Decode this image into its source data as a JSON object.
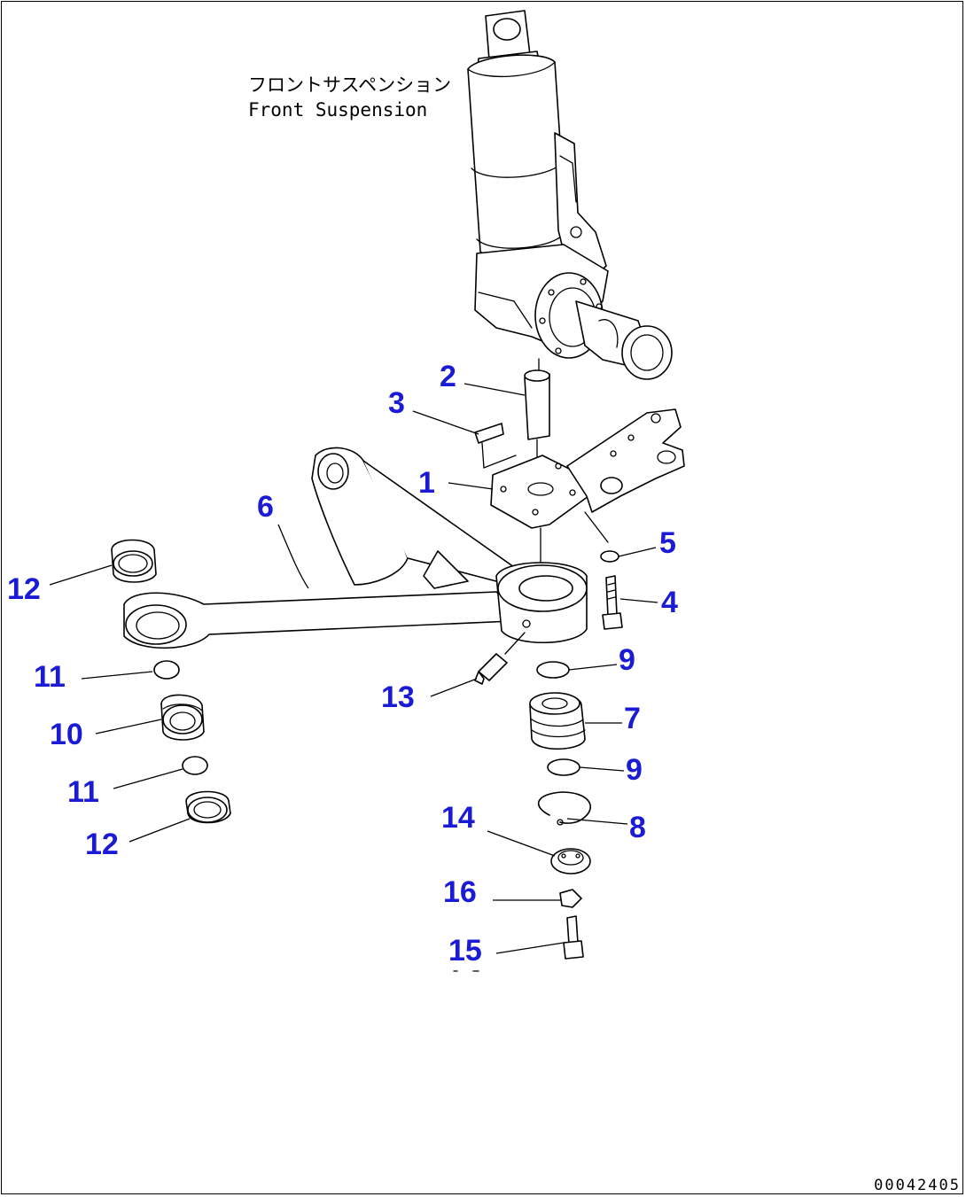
{
  "title": {
    "japanese": "フロントサスペンション",
    "english": "Front Suspension"
  },
  "document_id": "00042405",
  "callouts": [
    {
      "id": "1",
      "label": "1",
      "part": "knuckle-plate"
    },
    {
      "id": "2",
      "label": "2",
      "part": "pin"
    },
    {
      "id": "3",
      "label": "3",
      "part": "key"
    },
    {
      "id": "4",
      "label": "4",
      "part": "bolt"
    },
    {
      "id": "5",
      "label": "5",
      "part": "washer"
    },
    {
      "id": "6",
      "label": "6",
      "part": "a-frame-arm"
    },
    {
      "id": "7",
      "label": "7",
      "part": "bushing"
    },
    {
      "id": "8",
      "label": "8",
      "part": "snap-ring"
    },
    {
      "id": "9a",
      "label": "9",
      "part": "seal-upper"
    },
    {
      "id": "9b",
      "label": "9",
      "part": "seal-lower"
    },
    {
      "id": "10",
      "label": "10",
      "part": "bushing-left"
    },
    {
      "id": "11a",
      "label": "11",
      "part": "seal-left-upper"
    },
    {
      "id": "11b",
      "label": "11",
      "part": "seal-left-lower"
    },
    {
      "id": "12a",
      "label": "12",
      "part": "cap-left-upper"
    },
    {
      "id": "12b",
      "label": "12",
      "part": "cap-left-lower"
    },
    {
      "id": "13",
      "label": "13",
      "part": "grease-fitting"
    },
    {
      "id": "14",
      "label": "14",
      "part": "retainer"
    },
    {
      "id": "15",
      "label": "15",
      "part": "bolt-bottom"
    },
    {
      "id": "16",
      "label": "16",
      "part": "lock-plate"
    }
  ],
  "colors": {
    "callout": "#1b1bd6",
    "line": "#000000",
    "background": "#ffffff"
  }
}
